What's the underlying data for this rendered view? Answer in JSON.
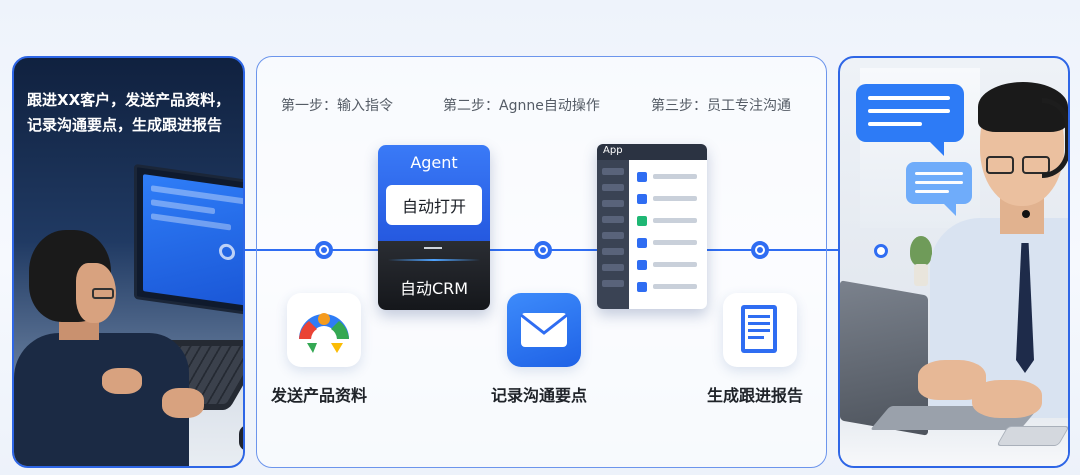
{
  "left_panel": {
    "caption_line1": "跟进XX客户，发送产品资料，",
    "caption_line2": "记录沟通要点，生成跟进报告"
  },
  "steps": [
    {
      "label": "第一步：输入指令"
    },
    {
      "label": "第二步：Agnne自动操作"
    },
    {
      "label": "第三步：员工专注沟通"
    }
  ],
  "agent_card": {
    "title": "Agent",
    "button_label": "自动打开",
    "crm_label": "自动CRM"
  },
  "app_window": {
    "title": "App"
  },
  "actions": [
    {
      "label": "发送产品资料",
      "icon": "product-materials-icon"
    },
    {
      "label": "记录沟通要点",
      "icon": "mail-icon"
    },
    {
      "label": "生成跟进报告",
      "icon": "report-document-icon"
    }
  ],
  "colors": {
    "accent": "#2f6df2",
    "panel_border": "#2e66e6",
    "agent_blue": "#3a7af7",
    "agent_dark": "#1e2025"
  }
}
